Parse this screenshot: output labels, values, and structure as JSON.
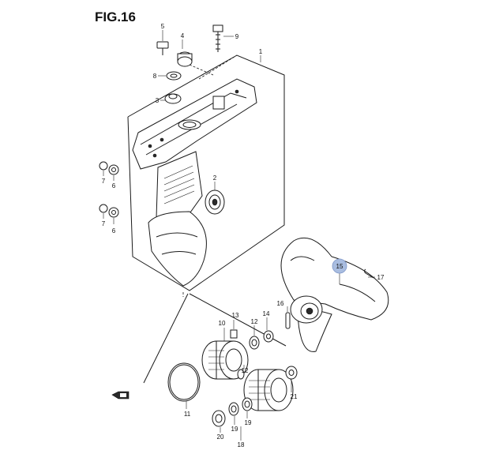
{
  "figure": {
    "title": "FIG.16",
    "highlight_color": "#a9bde0"
  },
  "callouts": [
    {
      "id": "c1",
      "label": "1"
    },
    {
      "id": "c2",
      "label": "2"
    },
    {
      "id": "c3",
      "label": "3"
    },
    {
      "id": "c4",
      "label": "4"
    },
    {
      "id": "c5",
      "label": "5"
    },
    {
      "id": "c6a",
      "label": "6"
    },
    {
      "id": "c6b",
      "label": "6"
    },
    {
      "id": "c7a",
      "label": "7"
    },
    {
      "id": "c7b",
      "label": "7"
    },
    {
      "id": "c8",
      "label": "8"
    },
    {
      "id": "c9",
      "label": "9"
    },
    {
      "id": "c10",
      "label": "10"
    },
    {
      "id": "c11",
      "label": "11"
    },
    {
      "id": "c12a",
      "label": "12"
    },
    {
      "id": "c12b",
      "label": "12"
    },
    {
      "id": "c13",
      "label": "13"
    },
    {
      "id": "c14",
      "label": "14"
    },
    {
      "id": "c15",
      "label": "15"
    },
    {
      "id": "c16",
      "label": "16"
    },
    {
      "id": "c17",
      "label": "17"
    },
    {
      "id": "c18",
      "label": "18"
    },
    {
      "id": "c19a",
      "label": "19"
    },
    {
      "id": "c19b",
      "label": "19"
    },
    {
      "id": "c20",
      "label": "20"
    },
    {
      "id": "c21",
      "label": "21"
    }
  ]
}
